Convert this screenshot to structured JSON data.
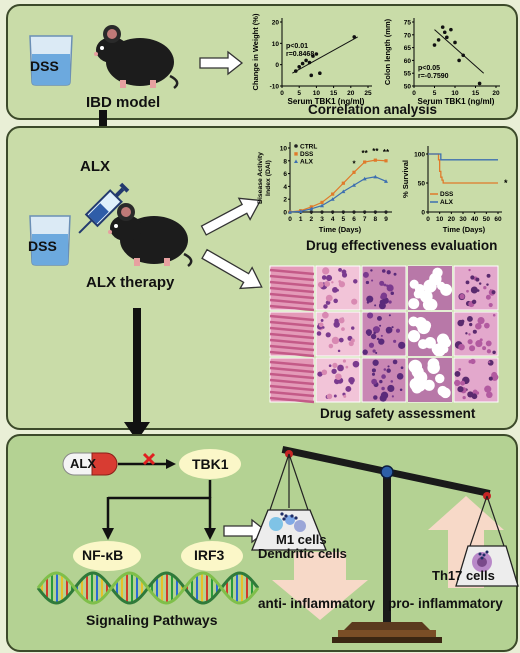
{
  "panel1": {
    "beaker_label": "DSS",
    "model_label": "IBD model",
    "section_label": "Correlation analysis",
    "weight_plot": {
      "ylabel": "Change in Weight (%)",
      "xlabel": "Serum TBK1   (ng/ml)",
      "stat_p": "p<0.01",
      "stat_r": "r=0.8468",
      "y_ticks": [
        "-10",
        "0",
        "10",
        "20"
      ],
      "x_ticks": [
        "0",
        "5",
        "10",
        "15",
        "20",
        "25"
      ]
    },
    "colon_plot": {
      "ylabel": "Colon length (mm)",
      "xlabel": "Serum TBK1   (ng/ml)",
      "stat_p": "p<0.05",
      "stat_r": "r=-0.7590",
      "y_ticks": [
        "50",
        "55",
        "60",
        "65",
        "70",
        "75"
      ],
      "x_ticks": [
        "0",
        "5",
        "10",
        "15",
        "20"
      ]
    }
  },
  "panel2": {
    "drug_label": "ALX",
    "beaker_label": "DSS",
    "therapy_label": "ALX therapy",
    "effectiveness_label": "Drug effectiveness evaluation",
    "safety_label": "Drug safety assessment",
    "dai_plot": {
      "ylabel_line1": "Disease Activity",
      "ylabel_line2": "Index (DAI)",
      "xlabel": "Time (Days)",
      "legend": [
        "CTRL",
        "DSS",
        "ALX"
      ],
      "y_ticks": [
        "0",
        "2",
        "4",
        "6",
        "8",
        "10"
      ],
      "x_ticks": [
        "0",
        "1",
        "2",
        "3",
        "4",
        "5",
        "6",
        "7",
        "8",
        "9"
      ],
      "star_single": "*",
      "star_double": "**"
    },
    "survival_plot": {
      "ylabel": "%  Survival",
      "xlabel": "Time (Days)",
      "legend": [
        "DSS",
        "ALX"
      ],
      "y_ticks": [
        "0",
        "50",
        "100"
      ],
      "x_ticks": [
        "0",
        "10",
        "20",
        "30",
        "40",
        "50",
        "60"
      ],
      "star": "*"
    }
  },
  "panel3": {
    "pill_label": "ALX",
    "target_label": "TBK1",
    "nfkb_label": "NF-κB",
    "irf3_label": "IRF3",
    "pathway_label": "Signaling Pathways",
    "left_pan_label_1": "M1 cells",
    "left_pan_label_2": "Dendritic cells",
    "right_pan_label": "Th17 cells",
    "anti_label": "anti- inflammatory",
    "pro_label": "pro- inflammatory"
  },
  "colors": {
    "panel_bg": "#c9dca8",
    "panel3_bg": "#b4d293",
    "dss": "#e07a2a",
    "alx": "#3d6fb0",
    "ctrl": "#222222",
    "inhibit_x": "#e02020"
  },
  "chart_data": [
    {
      "type": "scatter",
      "xlabel": "Serum TBK1   (ng/ml)",
      "ylabel": "Change in Weight (%)",
      "xlim": [
        0,
        25
      ],
      "ylim": [
        -10,
        20
      ],
      "points": [
        [
          4,
          -3
        ],
        [
          5,
          -1
        ],
        [
          6,
          0.5
        ],
        [
          7,
          2
        ],
        [
          8,
          1
        ],
        [
          8.5,
          -5
        ],
        [
          9,
          4
        ],
        [
          10,
          5
        ],
        [
          11,
          -4
        ],
        [
          21,
          13
        ]
      ],
      "fit": [
        [
          3,
          -4
        ],
        [
          22,
          13
        ]
      ]
    },
    {
      "type": "scatter",
      "xlabel": "Serum TBK1   (ng/ml)",
      "ylabel": "Colon length (mm)",
      "xlim": [
        0,
        20
      ],
      "ylim": [
        50,
        75
      ],
      "points": [
        [
          5,
          66
        ],
        [
          6,
          68
        ],
        [
          7,
          73
        ],
        [
          7.5,
          71
        ],
        [
          8,
          69
        ],
        [
          9,
          72
        ],
        [
          10,
          67
        ],
        [
          11,
          60
        ],
        [
          12,
          62
        ],
        [
          16,
          51
        ]
      ],
      "fit": [
        [
          5,
          72
        ],
        [
          17,
          55
        ]
      ]
    },
    {
      "type": "line",
      "xlabel": "Time (Days)",
      "x": [
        0,
        1,
        2,
        3,
        4,
        5,
        6,
        7,
        8,
        9
      ],
      "ylim": [
        0,
        10
      ],
      "series": [
        {
          "name": "CTRL",
          "values": [
            0,
            0,
            0,
            0,
            0,
            0,
            0,
            0,
            0,
            0
          ]
        },
        {
          "name": "DSS",
          "values": [
            0,
            0.2,
            0.8,
            1.5,
            2.8,
            4.5,
            6.2,
            7.8,
            8.1,
            8.0
          ]
        },
        {
          "name": "ALX",
          "values": [
            0,
            0.1,
            0.5,
            1.0,
            2.0,
            3.2,
            4.2,
            5.2,
            5.5,
            4.8
          ]
        }
      ]
    },
    {
      "type": "line",
      "xlabel": "Time (Days)",
      "ylabel": "%  Survival",
      "x": [
        0,
        8,
        9,
        10,
        11,
        12,
        13,
        60
      ],
      "ylim": [
        0,
        100
      ],
      "series": [
        {
          "name": "DSS",
          "values": [
            100,
            100,
            90,
            70,
            60,
            55,
            50,
            50
          ]
        },
        {
          "name": "ALX",
          "values": [
            100,
            100,
            100,
            100,
            90,
            90,
            90,
            90
          ]
        }
      ]
    }
  ]
}
